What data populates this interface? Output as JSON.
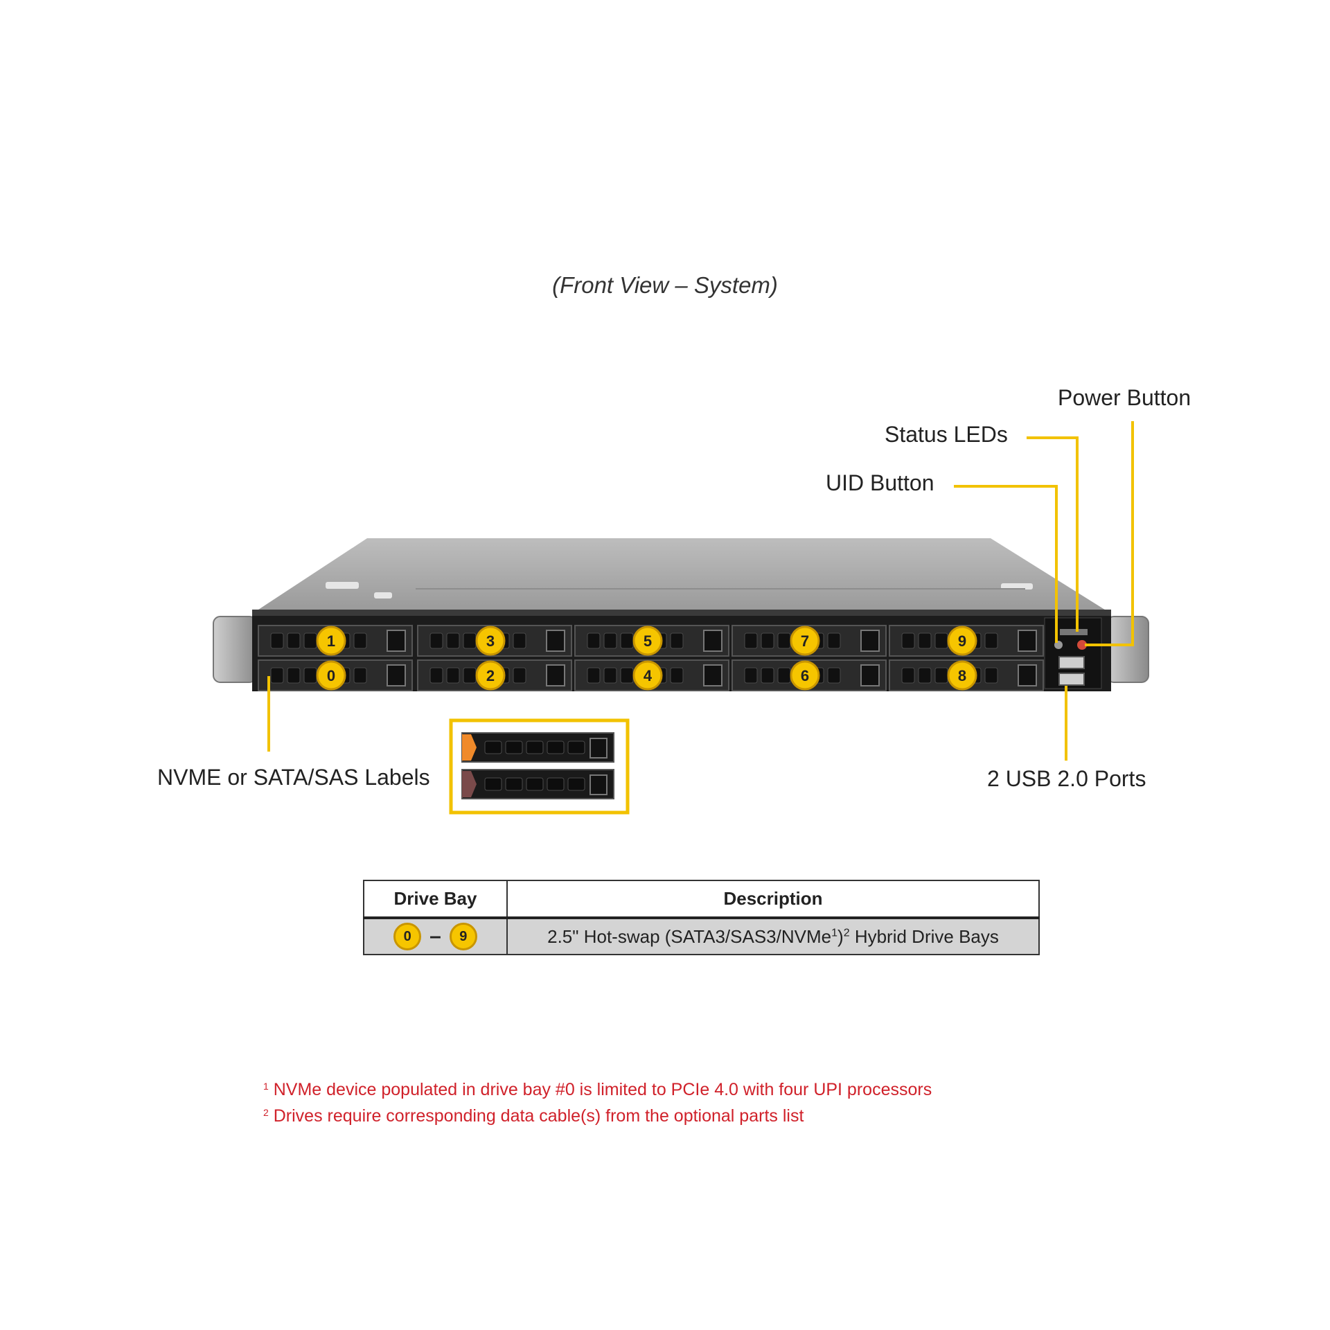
{
  "title": "(Front View – System)",
  "callouts": {
    "power_button": "Power Button",
    "status_leds": "Status LEDs",
    "uid_button": "UID Button",
    "usb_ports": "2 USB 2.0 Ports",
    "labels": "NVME or SATA/SAS Labels"
  },
  "drive_bays": {
    "top_row": [
      "1",
      "3",
      "5",
      "7",
      "9"
    ],
    "bottom_row": [
      "0",
      "2",
      "4",
      "6",
      "8"
    ]
  },
  "table": {
    "headers": [
      "Drive Bay",
      "Description"
    ],
    "row": {
      "bay_start": "0",
      "dash": "–",
      "bay_end": "9",
      "description_pre": "2.5\" Hot-swap (SATA3/SAS3/NVMe",
      "sup1": "1",
      "description_mid": ")",
      "sup2": "2",
      "description_post": " Hybrid Drive Bays"
    }
  },
  "footnotes": [
    {
      "mark": "1",
      "text": "NVMe device populated in drive bay #0 is limited to PCIe 4.0 with four UPI processors"
    },
    {
      "mark": "2",
      "text": "Drives require corresponding data cable(s) from the optional parts list"
    }
  ],
  "colors": {
    "callout_line": "#f2c200",
    "badge": "#f6c500",
    "footnote": "#d0212a"
  }
}
